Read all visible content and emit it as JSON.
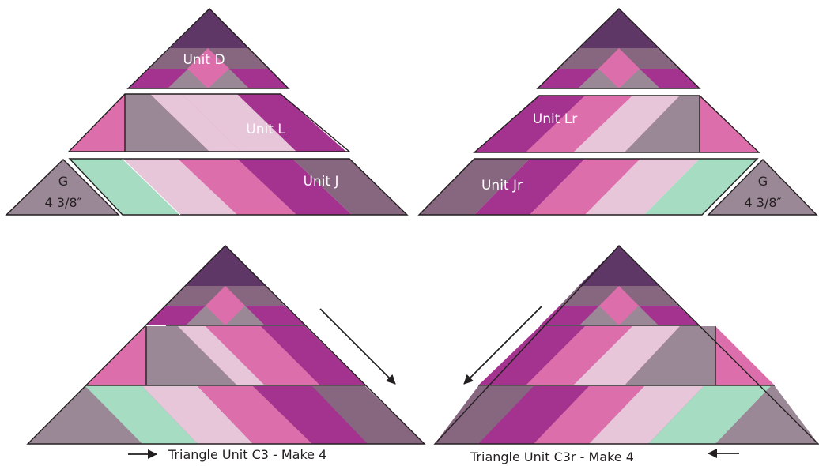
{
  "colors": {
    "dark_plum": "#5e3766",
    "mauve": "#87667f",
    "magenta": "#a43390",
    "pink": "#dd6eac",
    "light_pink": "#e8c6da",
    "mint": "#a6dcc2",
    "gray_mauve": "#9b8896"
  },
  "labels": {
    "unit_d": "Unit D",
    "unit_l": "Unit L",
    "unit_j": "Unit J",
    "unit_lr": "Unit Lr",
    "unit_jr": "Unit Jr",
    "g_left_letter": "G",
    "g_left_size": "4 3/8″",
    "g_right_letter": "G",
    "g_right_size": "4 3/8″"
  },
  "captions": {
    "c3": "Triangle Unit C3 - Make 4",
    "c3r": "Triangle Unit C3r - Make 4"
  }
}
